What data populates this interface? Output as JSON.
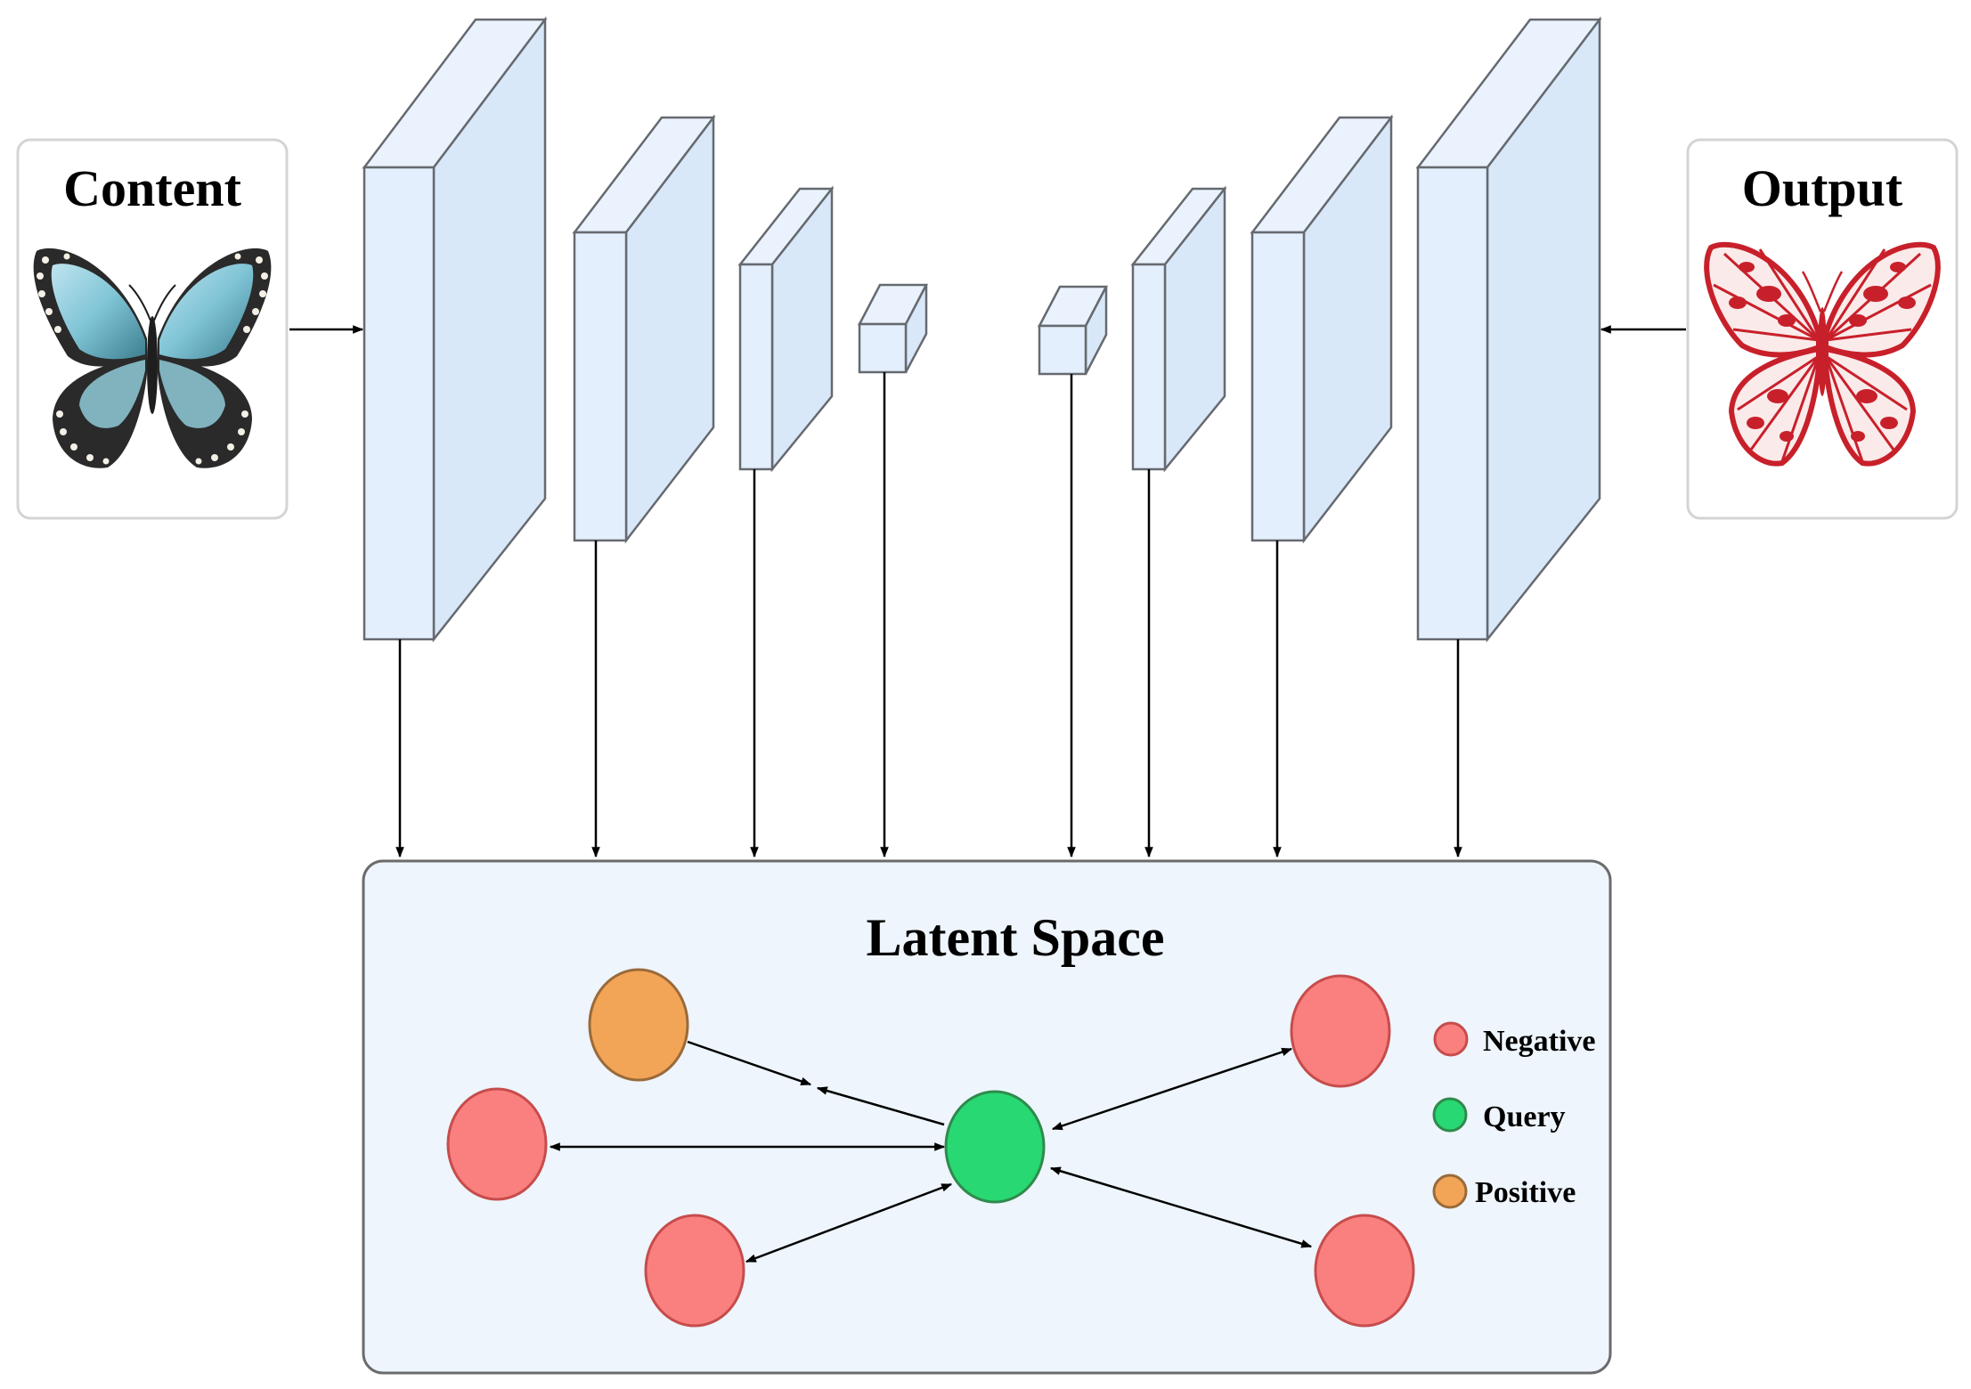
{
  "content_card": {
    "title": "Content",
    "image": "butterfly-blue-photo"
  },
  "output_card": {
    "title": "Output",
    "image": "butterfly-red-pattern"
  },
  "latent_space": {
    "title": "Latent Space"
  },
  "legend": [
    {
      "key": "negative",
      "label": "Negative",
      "color": "#fa8080"
    },
    {
      "key": "query",
      "label": "Query",
      "color": "#27d873"
    },
    {
      "key": "positive",
      "label": "Positive",
      "color": "#f2a556"
    }
  ],
  "colors": {
    "negative": "#fa8080",
    "negative_stroke": "#c74c4c",
    "query": "#27d873",
    "query_stroke": "#2f8a4c",
    "positive": "#f2a556",
    "positive_stroke": "#9a6a3a",
    "layer_fill": "#e3effc",
    "panel_fill": "#eef5fc"
  },
  "encoder_layers": 4,
  "decoder_layers": 4
}
